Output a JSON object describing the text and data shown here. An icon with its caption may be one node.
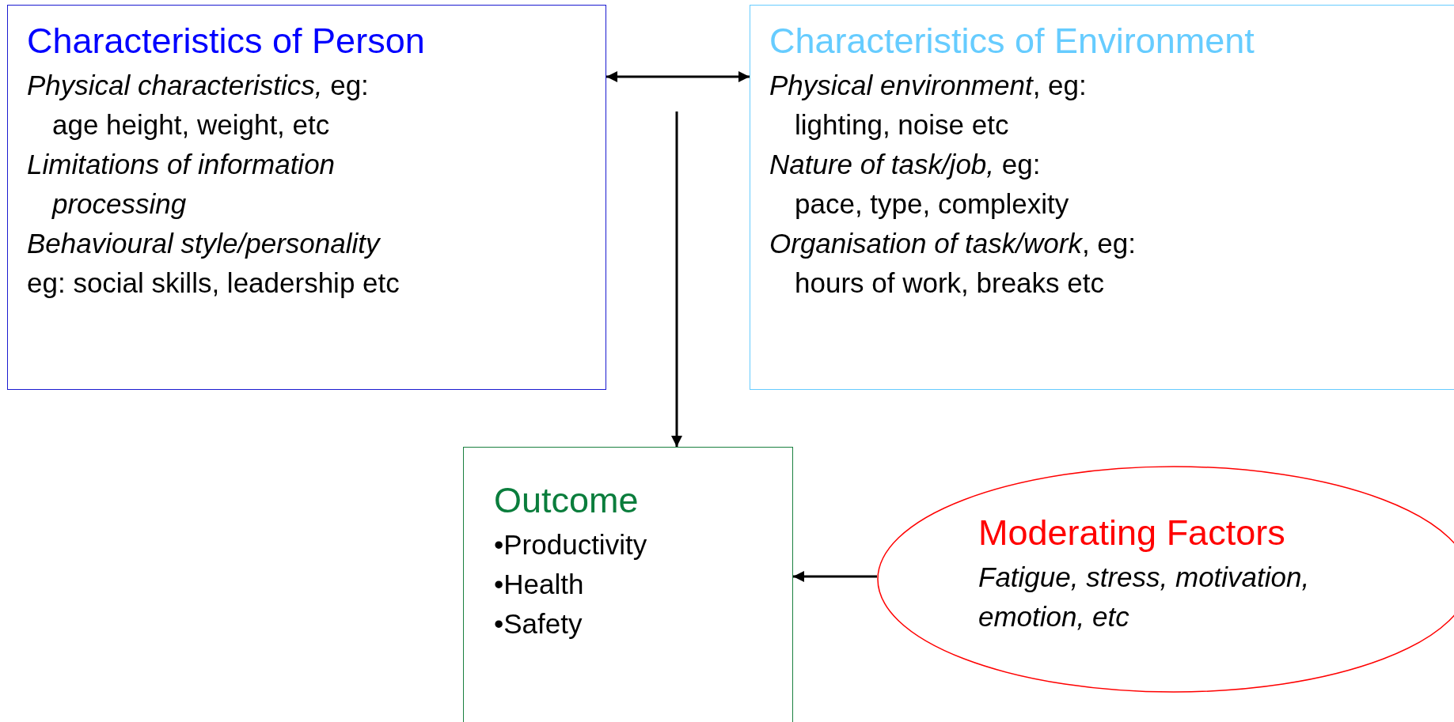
{
  "diagram": {
    "nodes": [
      {
        "text": [
          "Characteristics of Person",
          "*Physical characteristics,* eg:",
          "age height, weight, etc",
          "Limitations of information processing",
          "Behavioural style/personality",
          "eg: social skills, leadership etc"
        ]
      },
      {
        "text": [
          "Characteristics of Environment",
          "*Physical environment*, eg:",
          "lighting, noise etc",
          "*Nature of task/job,* eg:",
          "pace, type, complexity",
          "*Organisation of task/work*, eg:",
          "hours of work, breaks etc"
        ]
      },
      {
        "text": [
          "Outcome",
          "•Productivity",
          "•Health",
          "•Safety"
        ]
      },
      {
        "text": [
          "Moderating Factors",
          "Fatigue, stress, motivation, emotion, etc"
        ]
      }
    ],
    "edges": [
      {
        "from": 0,
        "to": 1,
        "arrow": "both"
      },
      {
        "from": null,
        "to": 2,
        "arrow": "to"
      },
      {
        "from": 3,
        "to": 2,
        "arrow": "to"
      }
    ]
  }
}
